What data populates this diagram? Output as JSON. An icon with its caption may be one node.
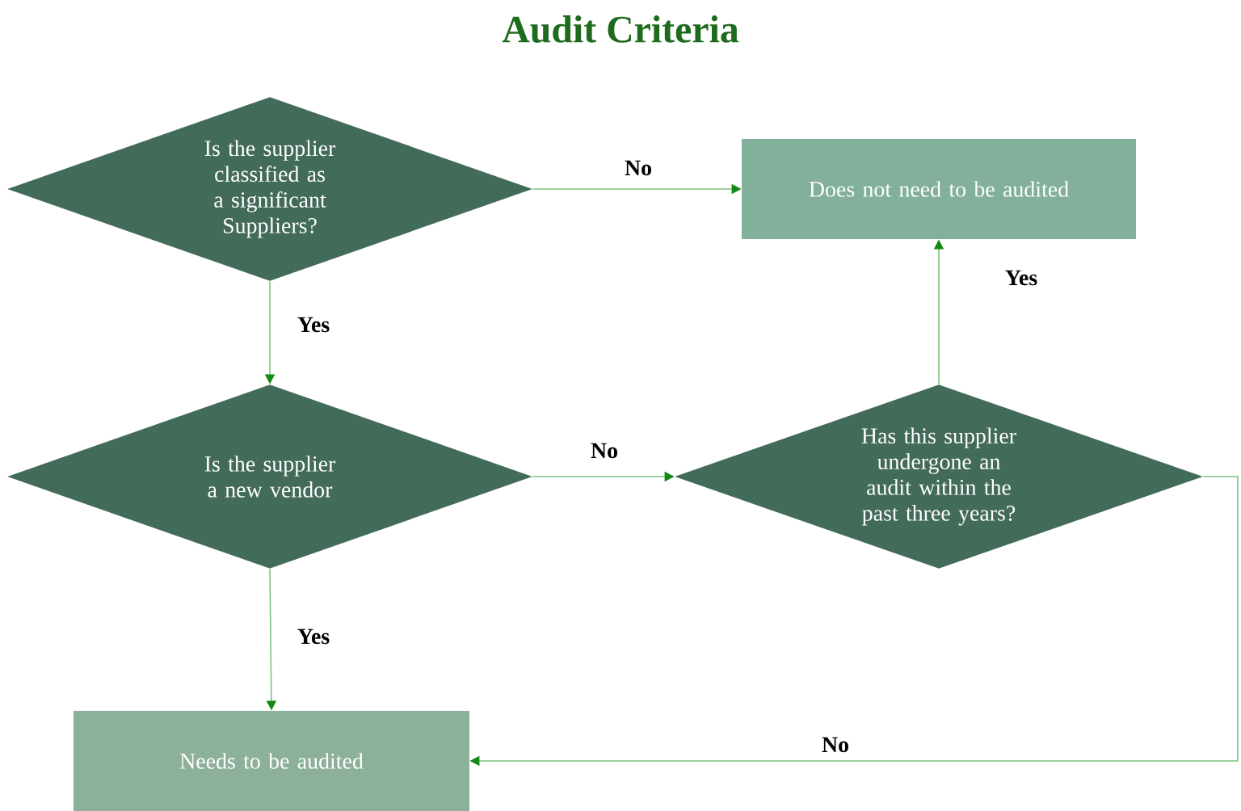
{
  "diagram": {
    "title": "Audit Criteria",
    "nodes": [
      {
        "text": [
          "Is the supplier classified as a significant Suppliers?"
        ]
      },
      {
        "text": [
          "Does not need to be audited"
        ]
      },
      {
        "text": [
          "Is the supplier a new vendor"
        ]
      },
      {
        "text": [
          "Has this supplier undergone an audit within the past three years?"
        ]
      },
      {
        "text": [
          "Needs to be audited"
        ]
      }
    ],
    "edges": [
      {
        "from": 0,
        "to": 1,
        "arrow": "to",
        "label": "No"
      },
      {
        "from": 0,
        "to": 2,
        "arrow": "to",
        "label": "Yes"
      },
      {
        "from": 2,
        "to": 3,
        "arrow": "to",
        "label": "No"
      },
      {
        "from": 3,
        "to": 1,
        "arrow": "to",
        "label": "Yes"
      },
      {
        "from": 2,
        "to": 4,
        "arrow": "to",
        "label": "Yes"
      },
      {
        "from": 3,
        "to": 4,
        "arrow": "to",
        "label": "No"
      }
    ]
  }
}
